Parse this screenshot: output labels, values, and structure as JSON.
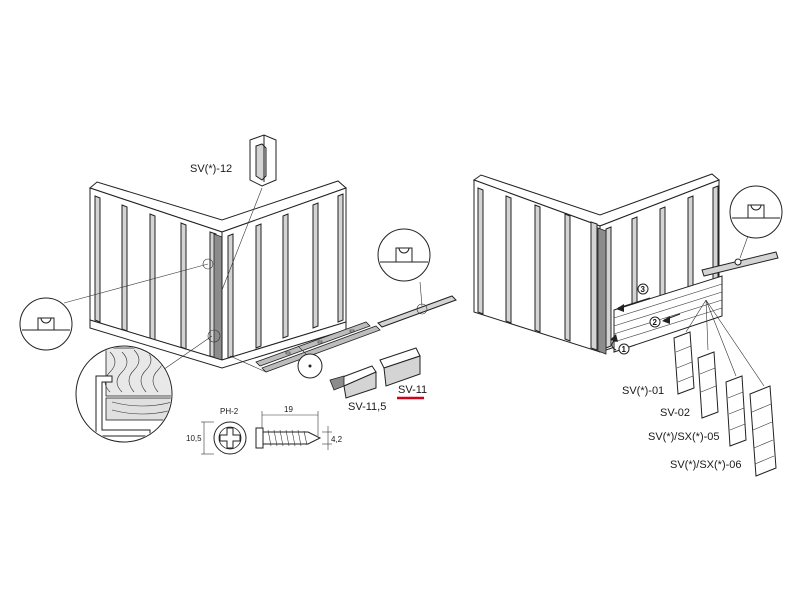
{
  "labels": {
    "corner_profile": "SV(*)-12",
    "starter_strip": "SV-11,5",
    "starter_strip_alt": "SV-11",
    "panel_01": "SV(*)-01",
    "panel_02": "SV-02",
    "panel_05": "SV(*)/SX(*)-05",
    "panel_06": "SV(*)/SX(*)-06"
  },
  "screw": {
    "head_type": "PH-2",
    "length": "19",
    "head_diameter": "10,5",
    "thread_diameter": "4,2"
  },
  "steps": [
    "1",
    "2",
    "3"
  ],
  "colors": {
    "line": "#222222",
    "highlight": "#d0021b"
  }
}
